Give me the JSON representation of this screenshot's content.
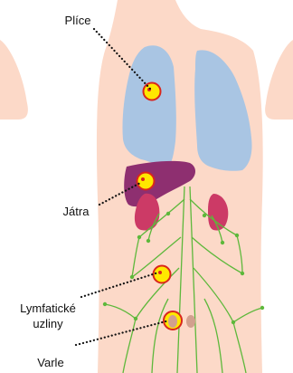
{
  "labels": {
    "lungs": "Plíce",
    "liver": "Játra",
    "lymph_nodes": "Lymfatické\nuzliny",
    "testes": "Varle"
  },
  "colors": {
    "skin": "#fcd9c8",
    "lungs": "#a9c5e3",
    "liver": "#8e2f70",
    "kidneys": "#cc3a66",
    "lymphatics": "#5db83b",
    "testes": "#d2a08e",
    "marker_fill": "#ffe800",
    "marker_ring": "#d9261c",
    "leader": "#111111"
  }
}
